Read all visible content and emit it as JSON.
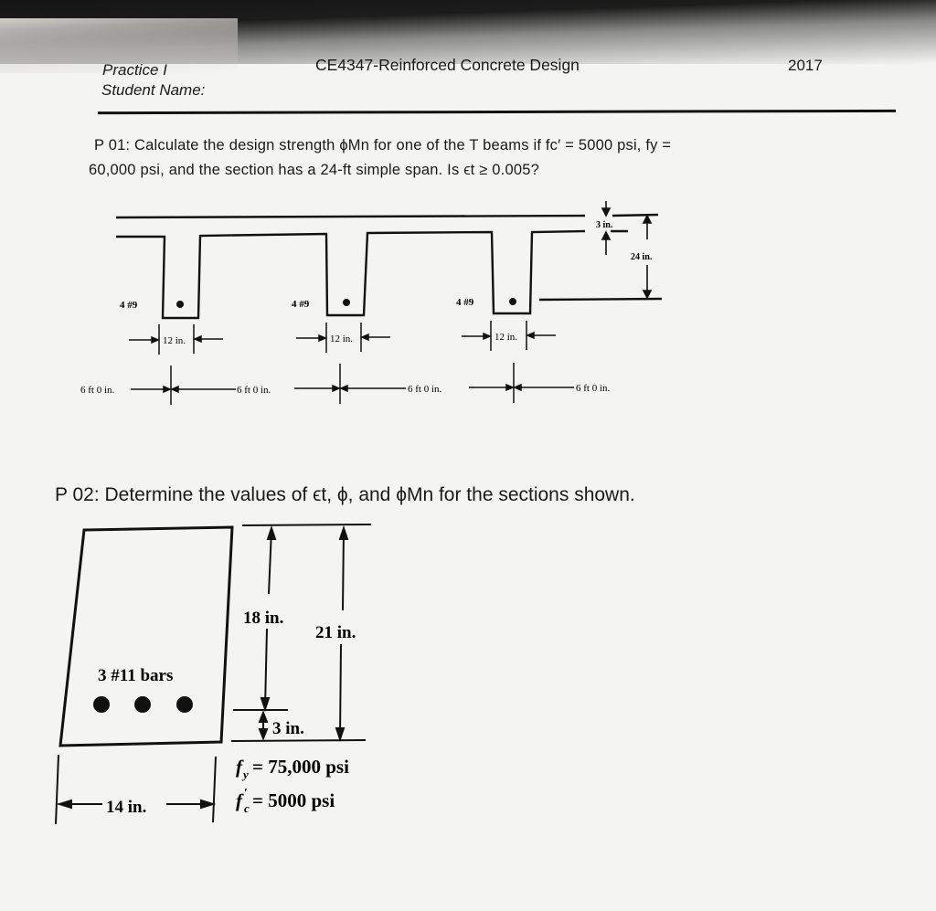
{
  "header": {
    "practice": "Practice I",
    "student_name_label": "Student Name:",
    "course": "CE4347-Reinforced  Concrete Design",
    "year": "2017"
  },
  "problem1": {
    "line1": "P 01: Calculate the design strength ϕMn for one of the T beams if fc′ = 5000 psi, fy =",
    "line2": "60,000 psi, and the section has a  24-ft simple span. Is ϵt ≥ 0.005?",
    "figure": {
      "flange_thickness": "3 in.",
      "total_depth": "24 in.",
      "bars": [
        "4 #9",
        "4 #9",
        "4 #9"
      ],
      "web_widths": [
        "12 in.",
        "12 in.",
        "12 in."
      ],
      "spacings": [
        "6 ft 0 in.",
        "6 ft 0 in.",
        "6 ft 0 in.",
        "6 ft 0 in."
      ]
    }
  },
  "problem2": {
    "text": "P 02: Determine the values of ϵt, ϕ, and ϕMn for the sections shown.",
    "figure": {
      "bars": "3 #11 bars",
      "d": "18 in.",
      "h": "21 in.",
      "cover": "3 in.",
      "width": "14 in.",
      "fy": "= 75,000 psi",
      "fc": "= 5000 psi",
      "fy_symbol": "f",
      "fy_sub": "y",
      "fc_symbol": "f",
      "fc_sub": "c",
      "fc_prime": "′"
    }
  }
}
